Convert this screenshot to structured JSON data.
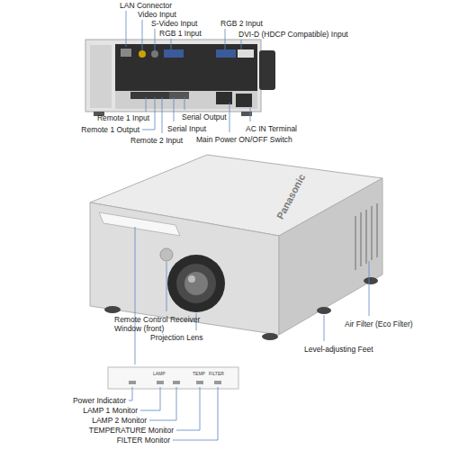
{
  "diagram": {
    "labels": [
      "LAN Connector",
      "Video Input",
      "S-Video Input",
      "RGB 2 Input",
      "RGB 1 Input",
      "DVI-D (HDCP Compatible) Input",
      "Remote 1 Input",
      "Serial Output",
      "Remote 1 Output",
      "Serial Input",
      "AC IN Terminal",
      "Remote 2 Input",
      "Main Power ON/OFF Switch",
      "Panasonic",
      "Remote Control Receiver Window (front)",
      "Projection Lens",
      "Air Filter (Eco Filter)",
      "Level-adjusting Feet",
      "LAMP",
      "TEMP",
      "FILTER",
      "Power Indicator",
      "LAMP 1 Monitor",
      "LAMP 2 Monitor",
      "TEMPERATURE Monitor",
      "FILTER Monitor"
    ]
  }
}
